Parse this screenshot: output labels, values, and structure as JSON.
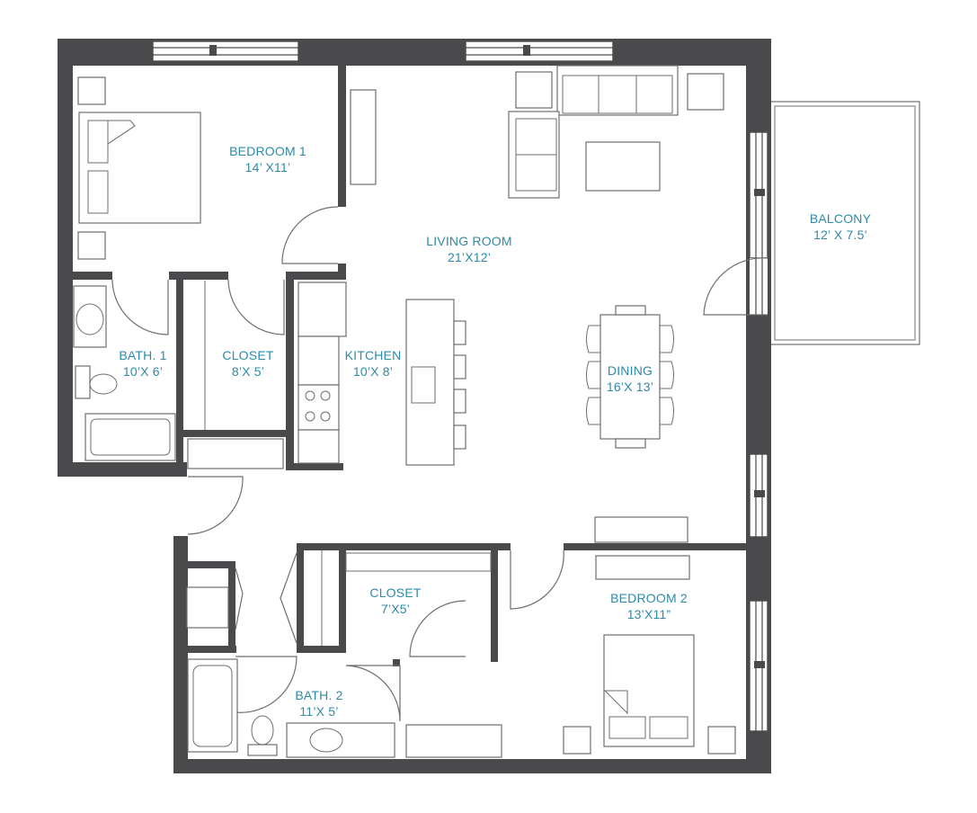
{
  "colors": {
    "wall": "#4a4a4c",
    "line": "#6d6e71",
    "label": "#2e8aa8",
    "background": "#ffffff"
  },
  "rooms": {
    "bedroom1": {
      "name": "BEDROOM 1",
      "size": "14’ X11’"
    },
    "living": {
      "name": "LIVING ROOM",
      "size": "21’X12’"
    },
    "balcony": {
      "name": "BALCONY",
      "size": "12’ X 7.5’"
    },
    "bath1": {
      "name": "BATH. 1",
      "size": "10’X 6’"
    },
    "closet1": {
      "name": "CLOSET",
      "size": "8’X 5’"
    },
    "kitchen": {
      "name": "KITCHEN",
      "size": "10’X 8’"
    },
    "dining": {
      "name": "DINING",
      "size": "16’X 13’"
    },
    "closet2": {
      "name": "CLOSET",
      "size": "7’X5’"
    },
    "bedroom2": {
      "name": "BEDROOM 2",
      "size": "13’X11”"
    },
    "bath2": {
      "name": "BATH. 2",
      "size": "11’X 5’"
    }
  }
}
